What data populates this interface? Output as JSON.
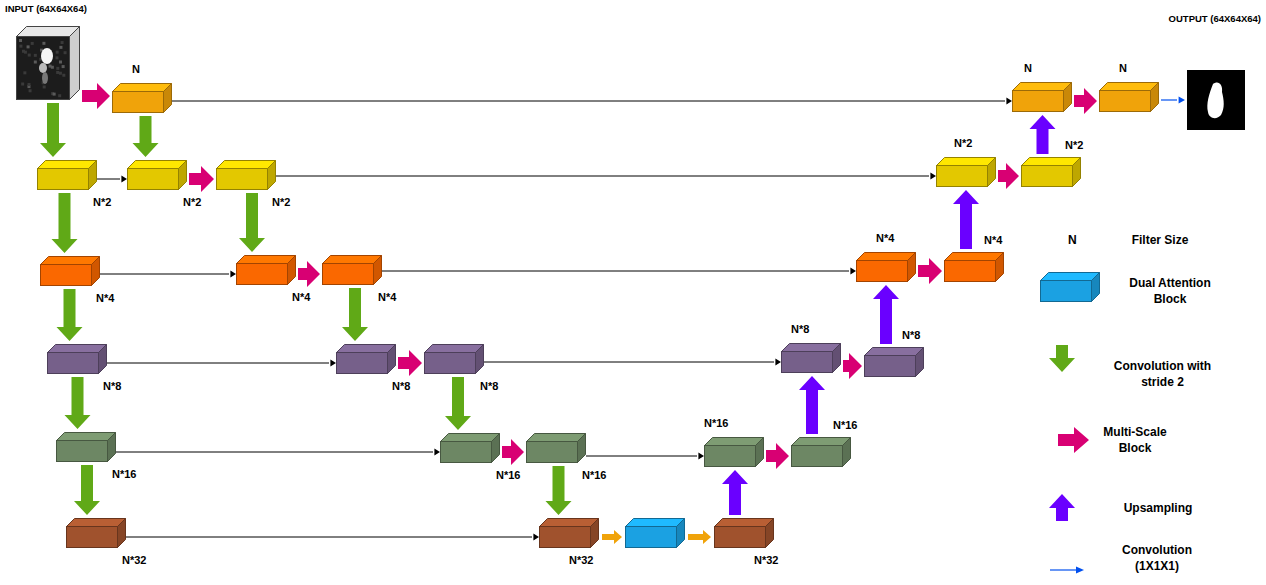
{
  "diagram": {
    "nodes": [
      {
        "text": [
          "INPUT (64X64X64)"
        ]
      },
      {
        "text": [
          "N"
        ]
      },
      {
        "text": [
          "N*2"
        ]
      },
      {
        "text": [
          "N*2"
        ]
      },
      {
        "text": [
          "N*2"
        ]
      },
      {
        "text": [
          "N*4"
        ]
      },
      {
        "text": [
          "N*4"
        ]
      },
      {
        "text": [
          "N*4"
        ]
      },
      {
        "text": [
          "N*8"
        ]
      },
      {
        "text": [
          "N*8"
        ]
      },
      {
        "text": [
          "N*8"
        ]
      },
      {
        "text": [
          "N*16"
        ]
      },
      {
        "text": [
          "N*16"
        ]
      },
      {
        "text": [
          "N*16"
        ]
      },
      {
        "text": [
          "N*32"
        ]
      },
      {
        "text": [
          "N*32"
        ]
      },
      {
        "text": []
      },
      {
        "text": [
          "N*32"
        ]
      },
      {
        "text": [
          "N*16"
        ]
      },
      {
        "text": [
          "N*16"
        ]
      },
      {
        "text": [
          "N*8"
        ]
      },
      {
        "text": [
          "N*8"
        ]
      },
      {
        "text": [
          "N*4"
        ]
      },
      {
        "text": [
          "N*4"
        ]
      },
      {
        "text": [
          "N*2"
        ]
      },
      {
        "text": [
          "N*2"
        ]
      },
      {
        "text": [
          "N"
        ]
      },
      {
        "text": [
          "N"
        ]
      },
      {
        "text": [
          "OUTPUT (64X64X64)"
        ]
      }
    ],
    "edges": [
      {
        "from": 0,
        "to": 1,
        "arrow": "to"
      },
      {
        "from": 3,
        "to": 4,
        "arrow": "to"
      },
      {
        "from": 6,
        "to": 7,
        "arrow": "to"
      },
      {
        "from": 9,
        "to": 10,
        "arrow": "to"
      },
      {
        "from": 12,
        "to": 13,
        "arrow": "to"
      },
      {
        "from": 18,
        "to": 19,
        "arrow": "to"
      },
      {
        "from": 20,
        "to": 21,
        "arrow": "to"
      },
      {
        "from": 22,
        "to": 23,
        "arrow": "to"
      },
      {
        "from": 24,
        "to": 25,
        "arrow": "to"
      },
      {
        "from": 26,
        "to": 27,
        "arrow": "to"
      },
      {
        "from": 0,
        "to": 2,
        "arrow": "to"
      },
      {
        "from": 2,
        "to": 5,
        "arrow": "to"
      },
      {
        "from": 5,
        "to": 8,
        "arrow": "to"
      },
      {
        "from": 8,
        "to": 11,
        "arrow": "to"
      },
      {
        "from": 11,
        "to": 14,
        "arrow": "to"
      },
      {
        "from": 1,
        "to": 3,
        "arrow": "to"
      },
      {
        "from": 4,
        "to": 6,
        "arrow": "to"
      },
      {
        "from": 7,
        "to": 9,
        "arrow": "to"
      },
      {
        "from": 10,
        "to": 12,
        "arrow": "to"
      },
      {
        "from": 13,
        "to": 15,
        "arrow": "to"
      },
      {
        "from": 15,
        "to": 16,
        "arrow": "to"
      },
      {
        "from": 16,
        "to": 17,
        "arrow": "to"
      },
      {
        "from": 17,
        "to": 18,
        "arrow": "to"
      },
      {
        "from": 19,
        "to": 20,
        "arrow": "to"
      },
      {
        "from": 21,
        "to": 22,
        "arrow": "to"
      },
      {
        "from": 23,
        "to": 24,
        "arrow": "to"
      },
      {
        "from": 25,
        "to": 26,
        "arrow": "to"
      },
      {
        "from": 27,
        "to": 28,
        "arrow": "to"
      },
      {
        "from": 1,
        "to": 26,
        "arrow": "to"
      },
      {
        "from": 2,
        "to": 3,
        "arrow": "to"
      },
      {
        "from": 4,
        "to": 24,
        "arrow": "to"
      },
      {
        "from": 5,
        "to": 6,
        "arrow": "to"
      },
      {
        "from": 7,
        "to": 22,
        "arrow": "to"
      },
      {
        "from": 8,
        "to": 9,
        "arrow": "to"
      },
      {
        "from": 10,
        "to": 20,
        "arrow": "to"
      },
      {
        "from": 11,
        "to": 12,
        "arrow": "to"
      },
      {
        "from": 13,
        "to": 18,
        "arrow": "to"
      },
      {
        "from": 14,
        "to": 15,
        "arrow": "to"
      }
    ],
    "labels": [
      "N"
    ],
    "legend": [
      {
        "text": "Filter Size"
      },
      {
        "text": "Dual Attention Block",
        "color": "#1ba1e2"
      },
      {
        "text": "Convolution with stride 2"
      },
      {
        "text": "Multi-Scale Block"
      },
      {
        "text": "Upsampling"
      },
      {
        "text": "Convolution (1X1X1)"
      }
    ]
  }
}
